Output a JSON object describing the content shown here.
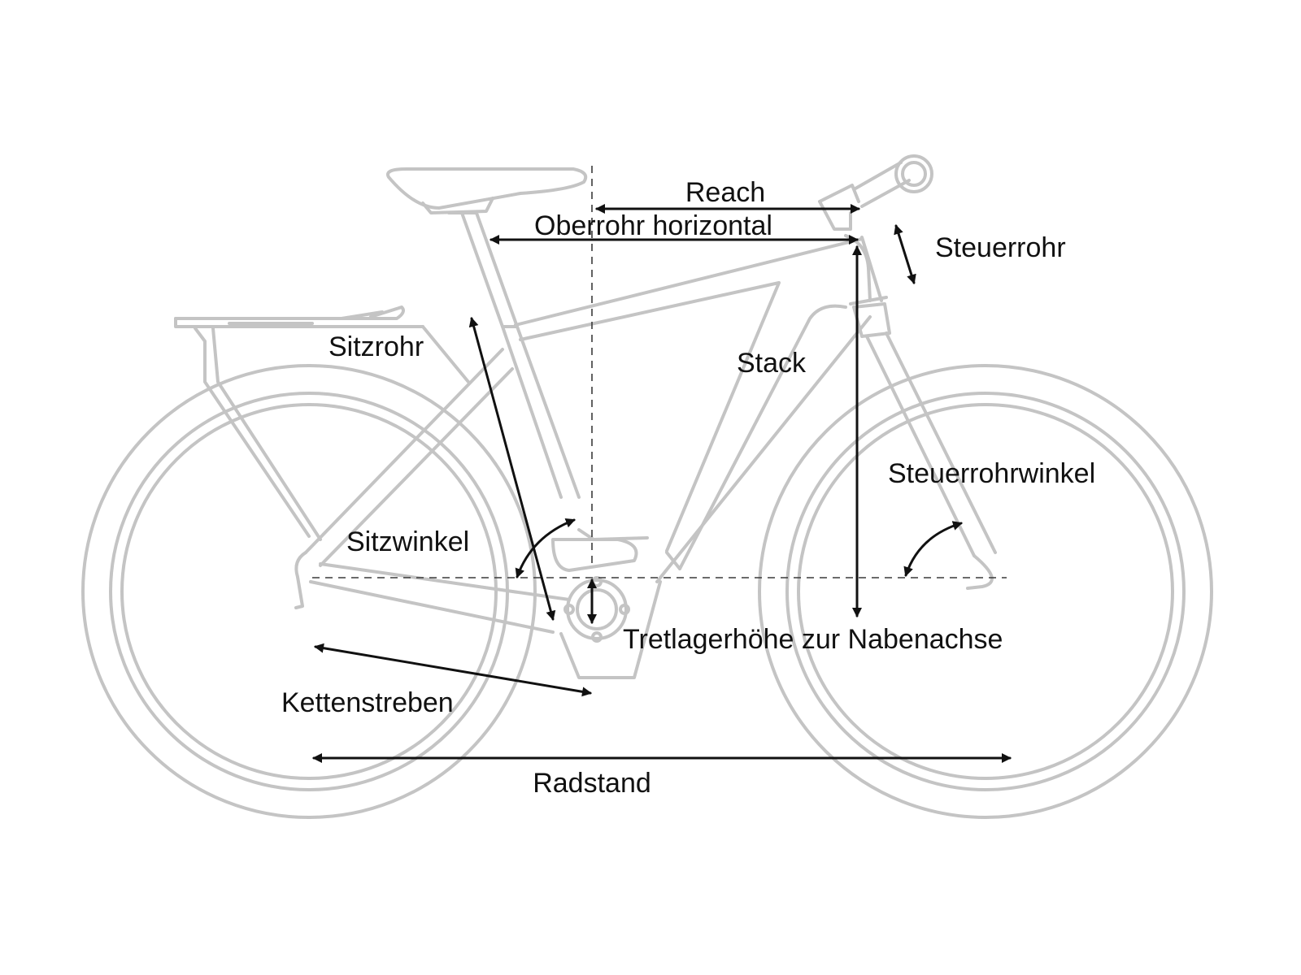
{
  "labels": {
    "reach": "Reach",
    "oberrohr_horizontal": "Oberrohr horizontal",
    "steuerrohr": "Steuerrohr",
    "sitzrohr": "Sitzrohr",
    "stack": "Stack",
    "steuerrohrwinkel": "Steuerrohrwinkel",
    "sitzwinkel": "Sitzwinkel",
    "tretlagerhoehe": "Tretlagerhöhe zur Nabenachse",
    "kettenstreben": "Kettenstreben",
    "radstand": "Radstand"
  },
  "colors": {
    "bike_outline": "#c4c4c4",
    "dimension_lines": "#111111",
    "reference_lines": "#3a3a3a",
    "background": "#ffffff"
  }
}
